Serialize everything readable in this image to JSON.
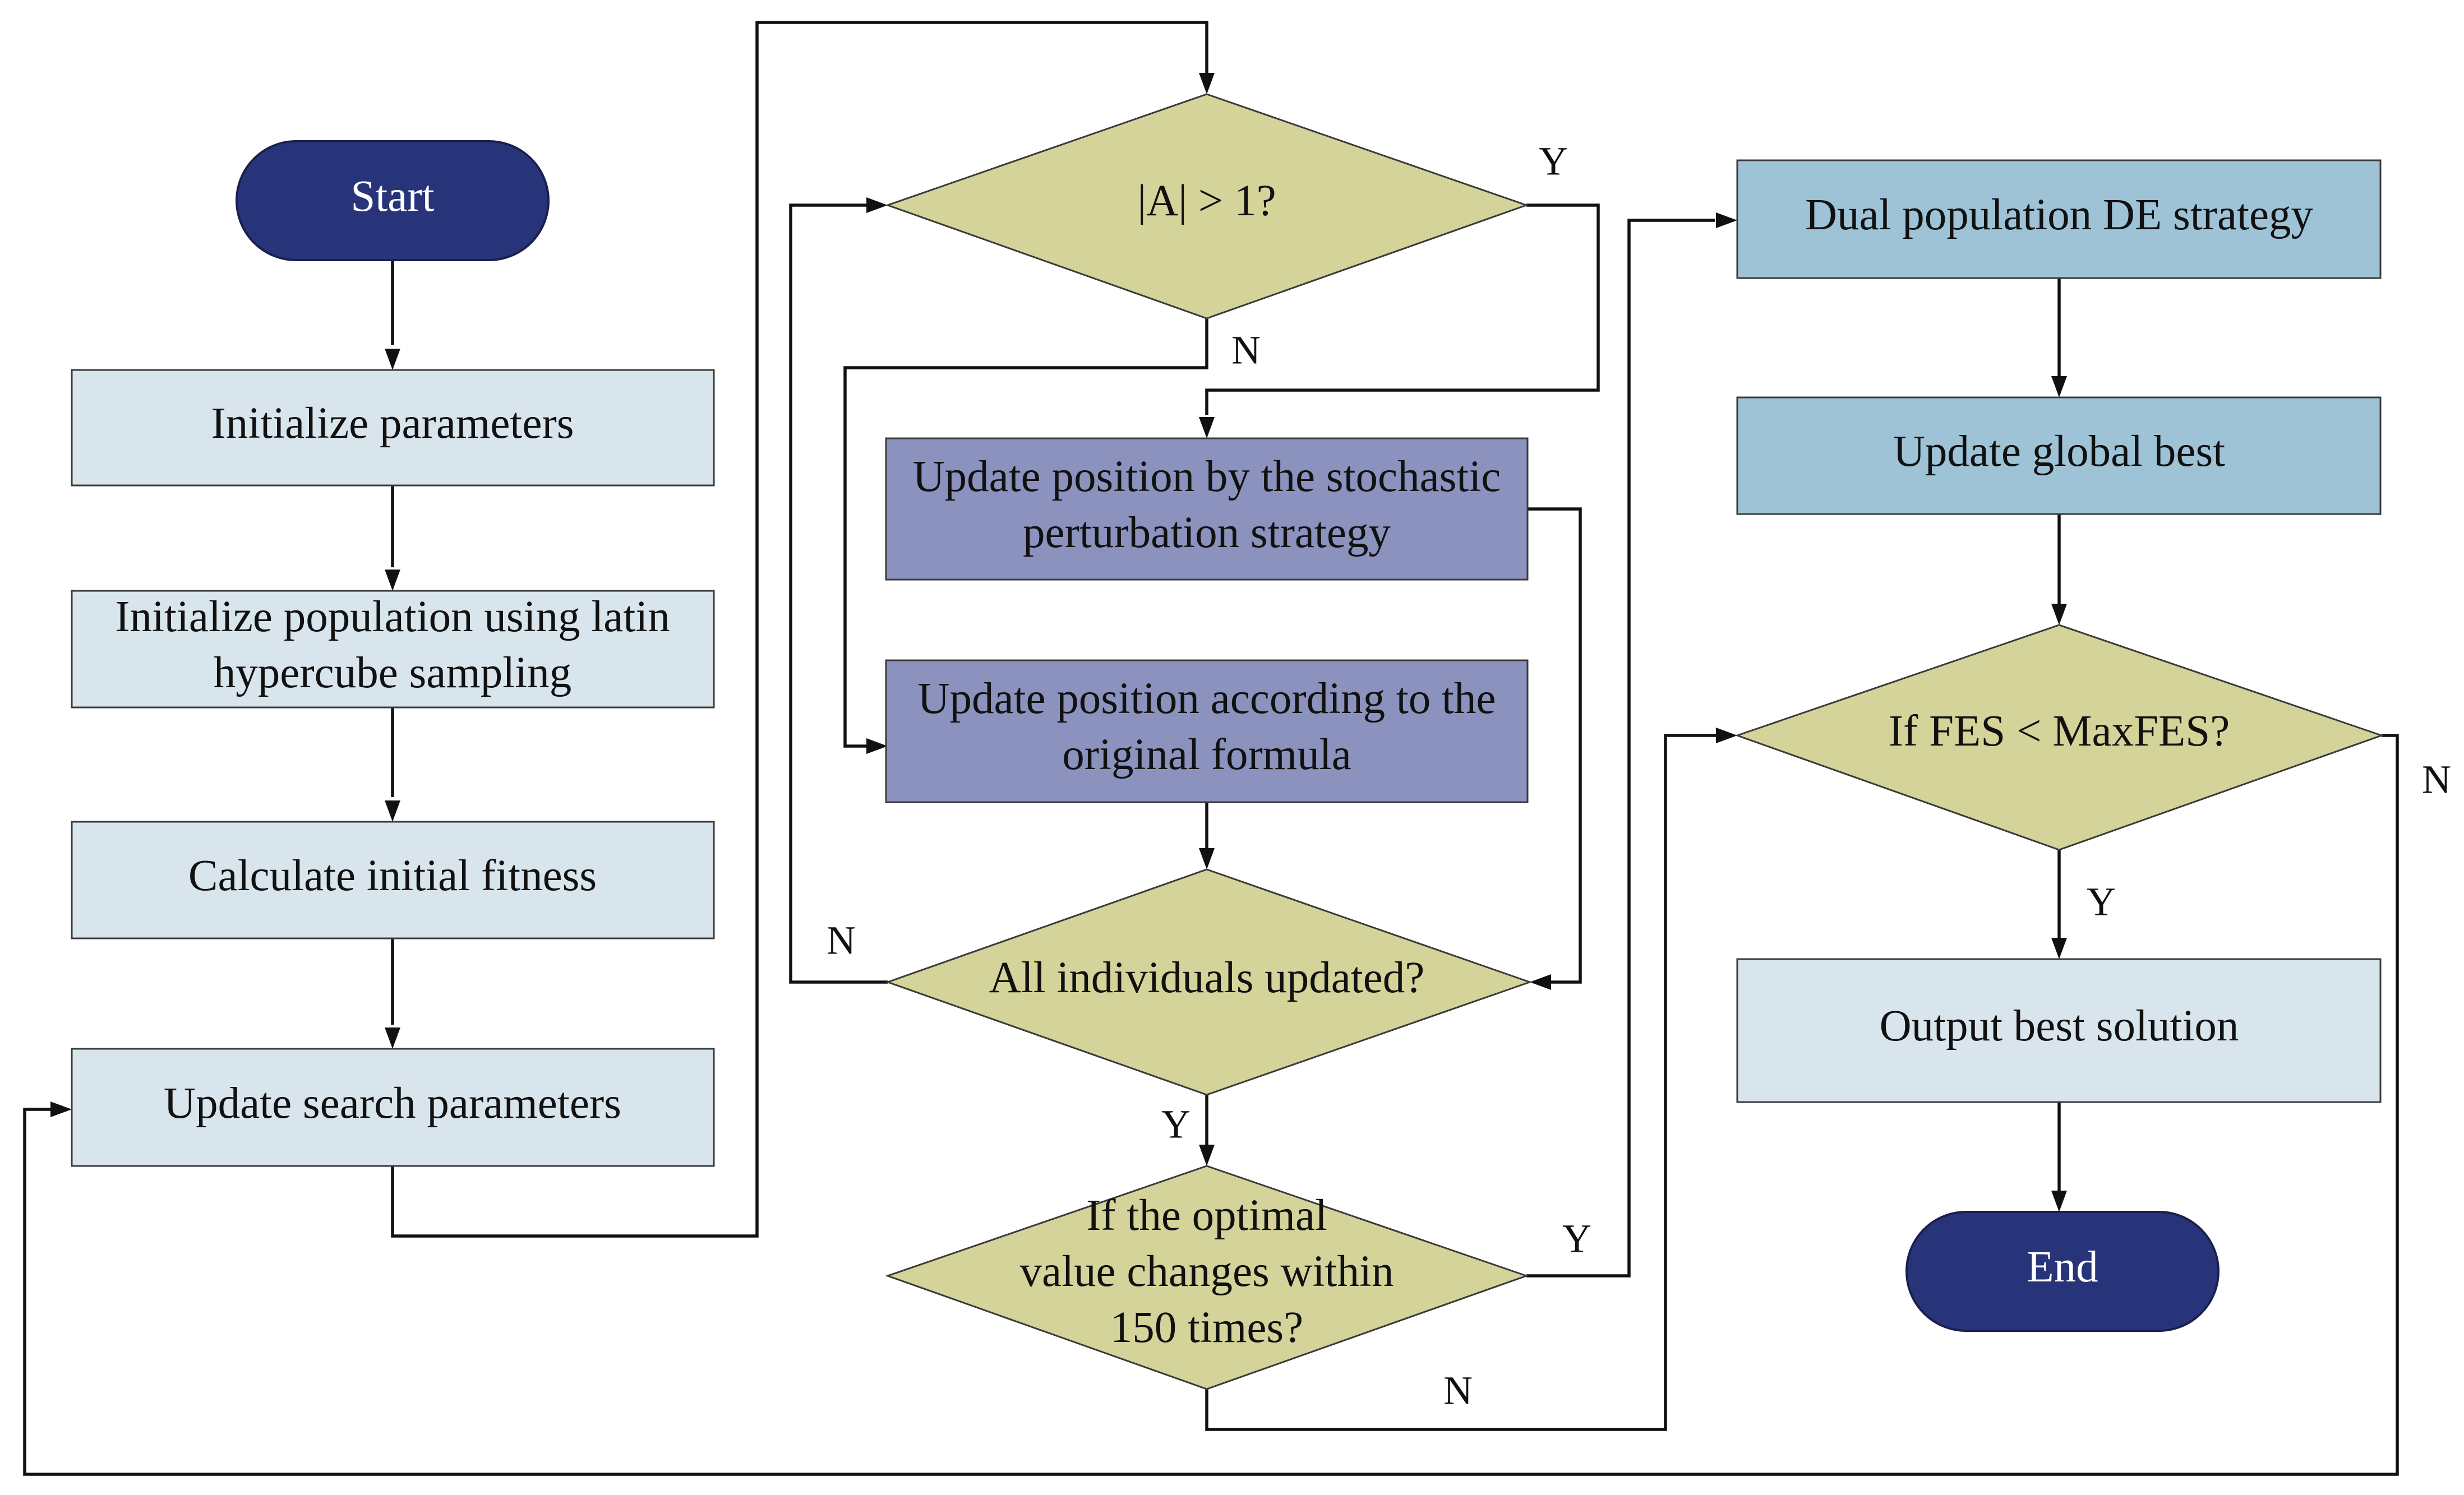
{
  "colors": {
    "terminal": "#283479",
    "terminal_text": "#ffffff",
    "light_box": "#d9e5ec",
    "purple_box": "#8b92be",
    "blue_box": "#9ec3d6",
    "decision": "#d4d49a",
    "text": "#111111",
    "line": "#111111"
  },
  "nodes": {
    "start": "Start",
    "init_params": "Initialize parameters",
    "init_pop": [
      "Initialize population using latin",
      "hypercube sampling"
    ],
    "calc_fitness": "Calculate initial fitness",
    "update_search": "Update search parameters",
    "decision_a": "|A| > 1?",
    "stochastic": [
      "Update position by the stochastic",
      "perturbation strategy"
    ],
    "original": [
      "Update position  according to the",
      "original formula"
    ],
    "all_updated": "All individuals updated?",
    "optimal_change": [
      "If  the optimal",
      "value changes within",
      "150 times?"
    ],
    "dual_pop": "Dual population DE strategy",
    "update_global": "Update global best",
    "fes_check": "If FES < MaxFES?",
    "output": "Output best solution",
    "end": "End"
  },
  "edge_labels": {
    "a_yes": "Y",
    "a_no": "N",
    "all_no": "N",
    "all_yes": "Y",
    "opt_yes": "Y",
    "opt_no": "N",
    "fes_yes": "Y",
    "fes_no": "N"
  }
}
